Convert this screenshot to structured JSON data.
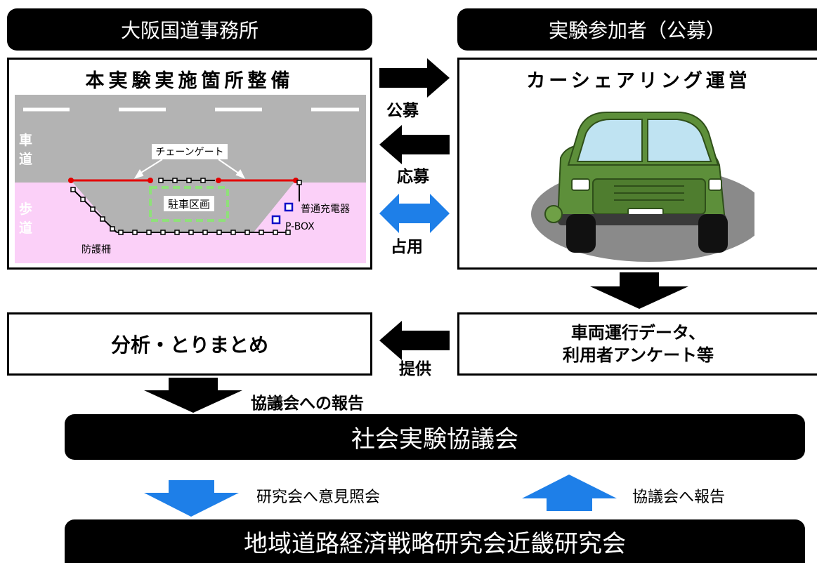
{
  "header_left": "大阪国道事務所",
  "header_right": "実験参加者（公募）",
  "left_box": {
    "title": "本実験実施箇所整備",
    "label_roadway": "車道",
    "label_sidewalk": "歩道",
    "label_chain_gate": "チェーンゲート",
    "label_parking": "駐車区画",
    "label_charger": "普通充電器",
    "label_pbox": "P-BOX",
    "label_fence": "防護柵"
  },
  "right_box": {
    "title": "カーシェアリング運営"
  },
  "arrows": {
    "recruit": "公募",
    "apply": "応募",
    "occupy": "占用",
    "provide": "提供",
    "report_council": "協議会への報告",
    "inquiry": "研究会へ意見照会",
    "report": "協議会へ報告"
  },
  "analysis_box": "分析・とりまとめ",
  "data_box": {
    "line1": "車両運行データ、",
    "line2": "利用者アンケート等"
  },
  "council_bar": "社会実験協議会",
  "research_bar": "地域道路経済戦略研究会近畿研究会",
  "colors": {
    "black": "#000000",
    "blue_arrow": "#1e7fe8",
    "car_green": "#5d8f3a",
    "sidewalk_pink": "#fbd0f8",
    "road_gray": "#b3b3b3"
  }
}
